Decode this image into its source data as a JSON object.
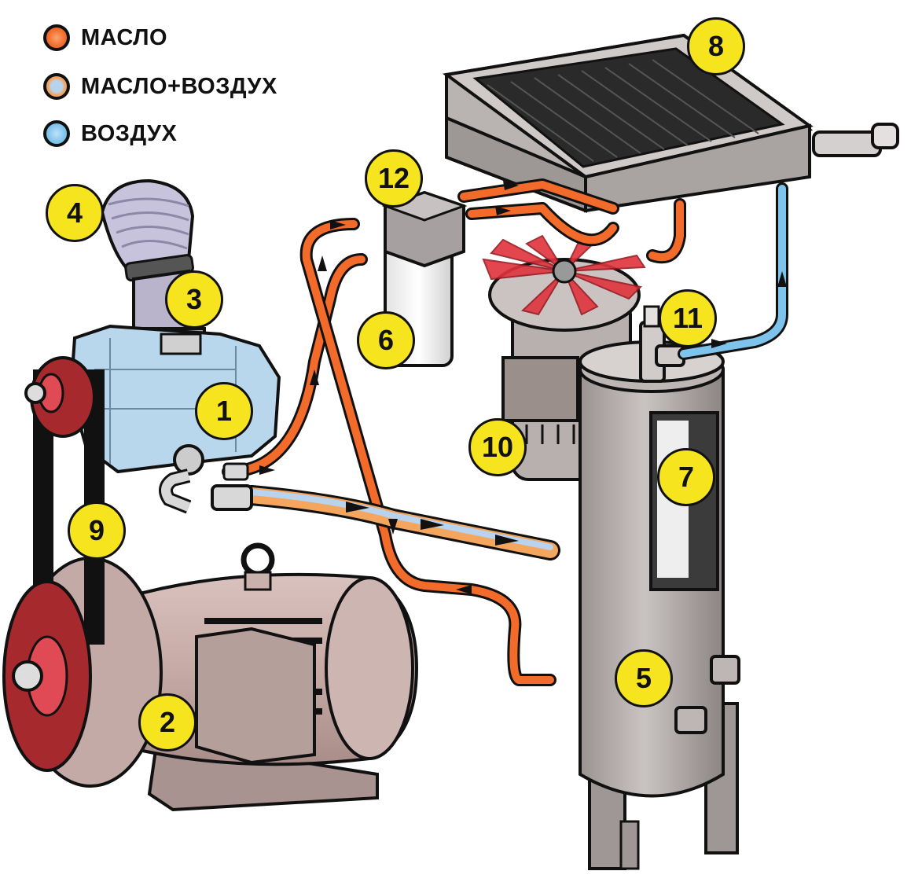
{
  "legend": [
    {
      "label": "МАСЛО",
      "color": "#f26b2a"
    },
    {
      "label": "МАСЛО+ВОЗДУХ",
      "color": "#f4a55e",
      "color2": "#b8d3ee"
    },
    {
      "label": "ВОЗДУХ",
      "color": "#7ec3ec"
    }
  ],
  "components": [
    {
      "id": "1",
      "icon": "compressor-block-icon"
    },
    {
      "id": "2",
      "icon": "electric-motor-icon"
    },
    {
      "id": "3",
      "icon": "intake-valve-icon"
    },
    {
      "id": "4",
      "icon": "air-intake-hose-icon"
    },
    {
      "id": "5",
      "icon": "separator-tank-icon"
    },
    {
      "id": "6",
      "icon": "oil-filter-icon"
    },
    {
      "id": "7",
      "icon": "separator-element-icon"
    },
    {
      "id": "8",
      "icon": "cooler-radiator-icon"
    },
    {
      "id": "9",
      "icon": "drive-belt-icon"
    },
    {
      "id": "10",
      "icon": "fan-motor-icon"
    },
    {
      "id": "11",
      "icon": "min-pressure-valve-icon"
    },
    {
      "id": "12",
      "icon": "thermostat-block-icon"
    }
  ],
  "colors": {
    "oil": "#f26b2a",
    "oil_air": "#f4a55e",
    "air": "#7ec3ec",
    "badge": "#f6e51e",
    "outline": "#111111"
  }
}
